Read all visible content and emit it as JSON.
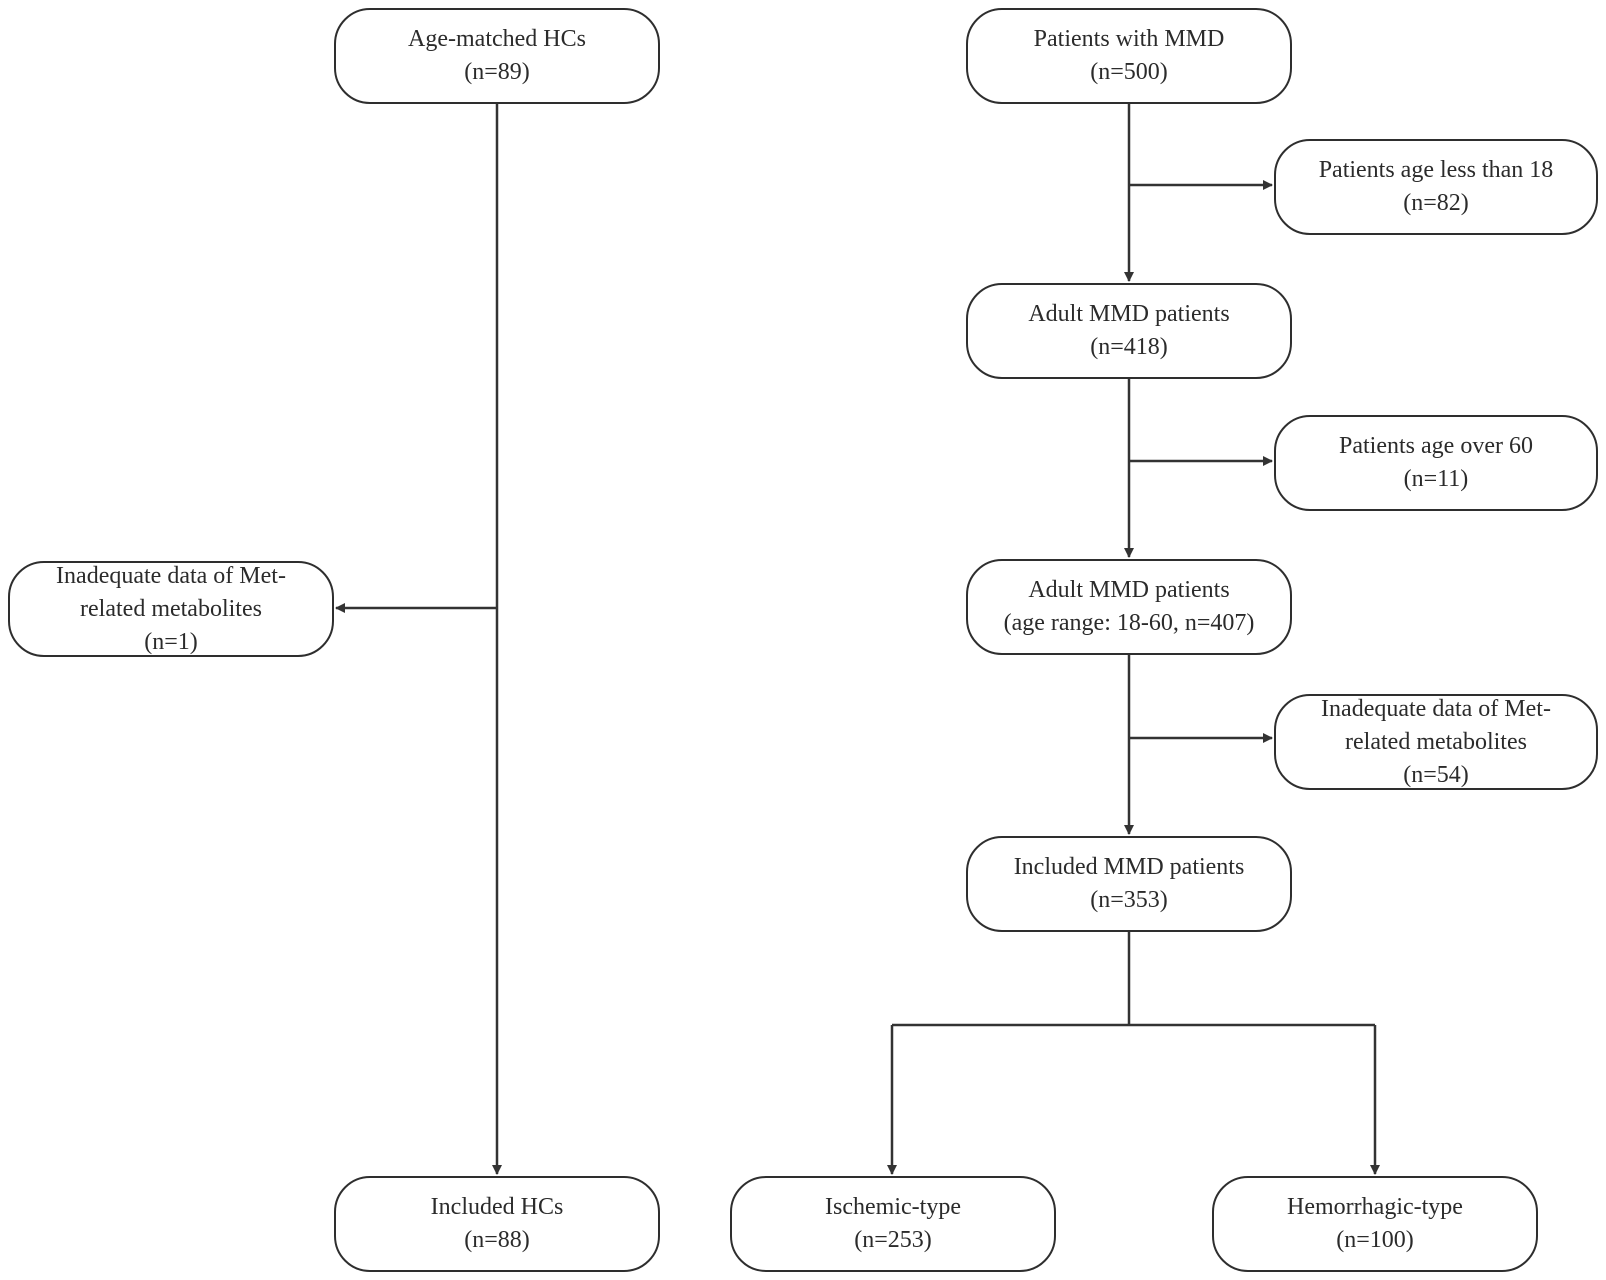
{
  "healthy_controls": {
    "start": {
      "line1": "Age-matched HCs",
      "line2": "(n=89)"
    },
    "exclusion": {
      "line1": "Inadequate data of Met-",
      "line2": "related metabolites",
      "line3": "(n=1)"
    },
    "final": {
      "line1": "Included HCs",
      "line2": "(n=88)"
    }
  },
  "mmd_patients": {
    "start": {
      "line1": "Patients with MMD",
      "line2": "(n=500)"
    },
    "exclusion_age_under_18": {
      "line1": "Patients age less than 18",
      "line2": "(n=82)"
    },
    "adult": {
      "line1": "Adult MMD patients",
      "line2": "(n=418)"
    },
    "exclusion_age_over_60": {
      "line1": "Patients age over 60",
      "line2": "(n=11)"
    },
    "adult_range": {
      "line1": "Adult MMD patients",
      "line2": "(age range: 18-60, n=407)"
    },
    "exclusion_met": {
      "line1": "Inadequate data of Met-",
      "line2": "related metabolites",
      "line3": "(n=54)"
    },
    "included": {
      "line1": "Included MMD patients",
      "line2": "(n=353)"
    },
    "ischemic": {
      "line1": "Ischemic-type",
      "line2": "(n=253)"
    },
    "hemorrhagic": {
      "line1": "Hemorrhagic-type",
      "line2": "(n=100)"
    }
  }
}
